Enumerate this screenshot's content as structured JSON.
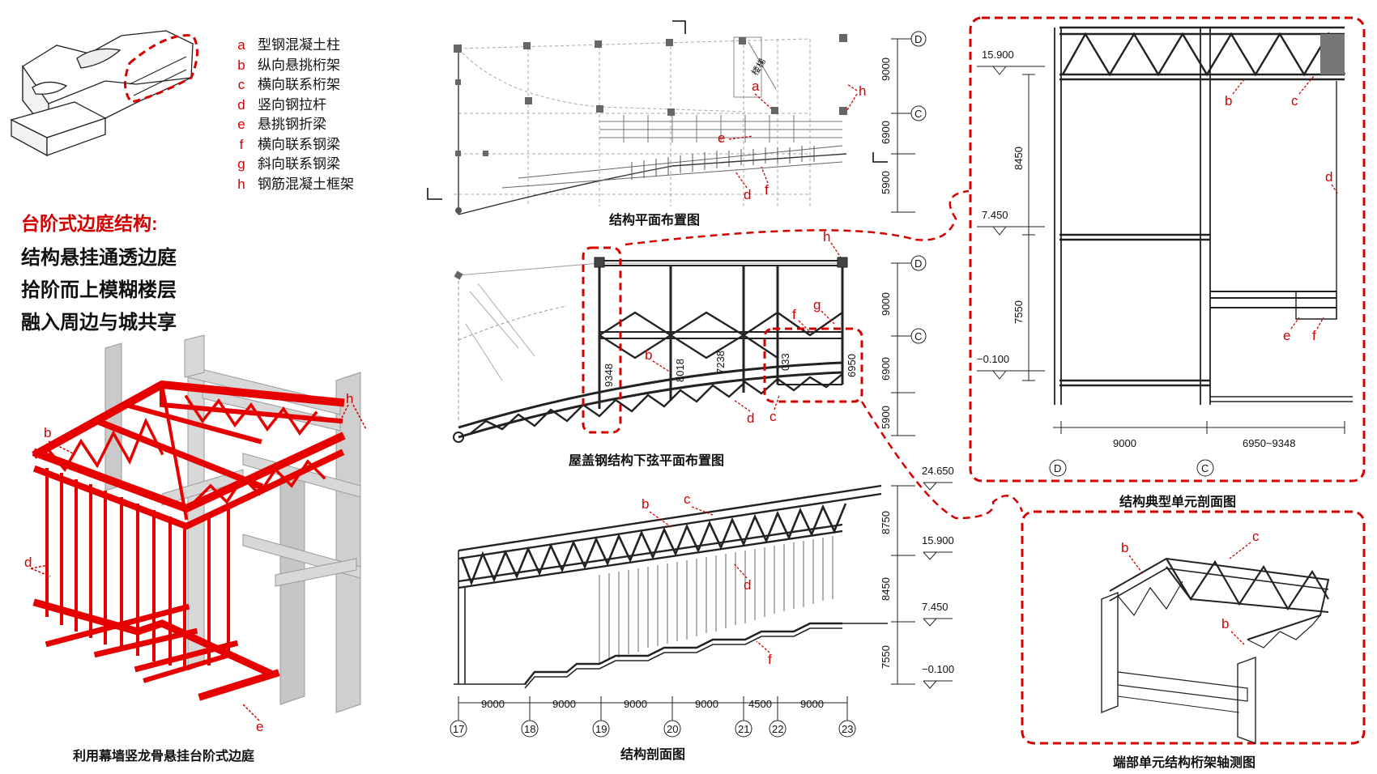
{
  "legend": [
    {
      "key": "a",
      "text": "型钢混凝土柱"
    },
    {
      "key": "b",
      "text": "纵向悬挑桁架"
    },
    {
      "key": "c",
      "text": "横向联系桁架"
    },
    {
      "key": "d",
      "text": "竖向钢拉杆"
    },
    {
      "key": "e",
      "text": "悬挑钢折梁"
    },
    {
      "key": "f",
      "text": "横向联系钢梁"
    },
    {
      "key": "g",
      "text": "斜向联系钢梁"
    },
    {
      "key": "h",
      "text": "钢筋混凝土框架"
    }
  ],
  "heading": "台阶式边庭结构:",
  "slogans": [
    "结构悬挂通透边庭",
    "拾阶而上模糊楼层",
    "融入周边与城共享"
  ],
  "captions": {
    "iso": "利用幕墙竖龙骨悬挂台阶式边庭",
    "plan": "结构平面布置图",
    "roof": "屋盖钢结构下弦平面布置图",
    "section": "结构剖面图",
    "unit_section": "结构典型单元剖面图",
    "unit_axo": "端部单元结构桁架轴测图"
  },
  "plan_dims": [
    "9000",
    "6900",
    "5900"
  ],
  "roof_dims": [
    "9000",
    "6900",
    "5900"
  ],
  "roof_spans": [
    "9348",
    "8018",
    "7238",
    "033",
    "6950"
  ],
  "section_heights": [
    "8750",
    "8450",
    "7550"
  ],
  "section_elevations": [
    "24.650",
    "15.900",
    "7.450",
    "−0.100"
  ],
  "section_spans": [
    "9000",
    "9000",
    "9000",
    "9000",
    "4500",
    "9000"
  ],
  "axis_numbers": [
    "17",
    "18",
    "19",
    "20",
    "21",
    "22",
    "23"
  ],
  "axis_letters": [
    "D",
    "C"
  ],
  "unit_elevations": [
    "15.900",
    "7.450",
    "−0.100"
  ],
  "unit_heights": [
    "8450",
    "7550"
  ],
  "unit_spans": [
    "9000",
    "6950~9348"
  ],
  "plan_tag": "楼梯",
  "accent": "#d40000"
}
